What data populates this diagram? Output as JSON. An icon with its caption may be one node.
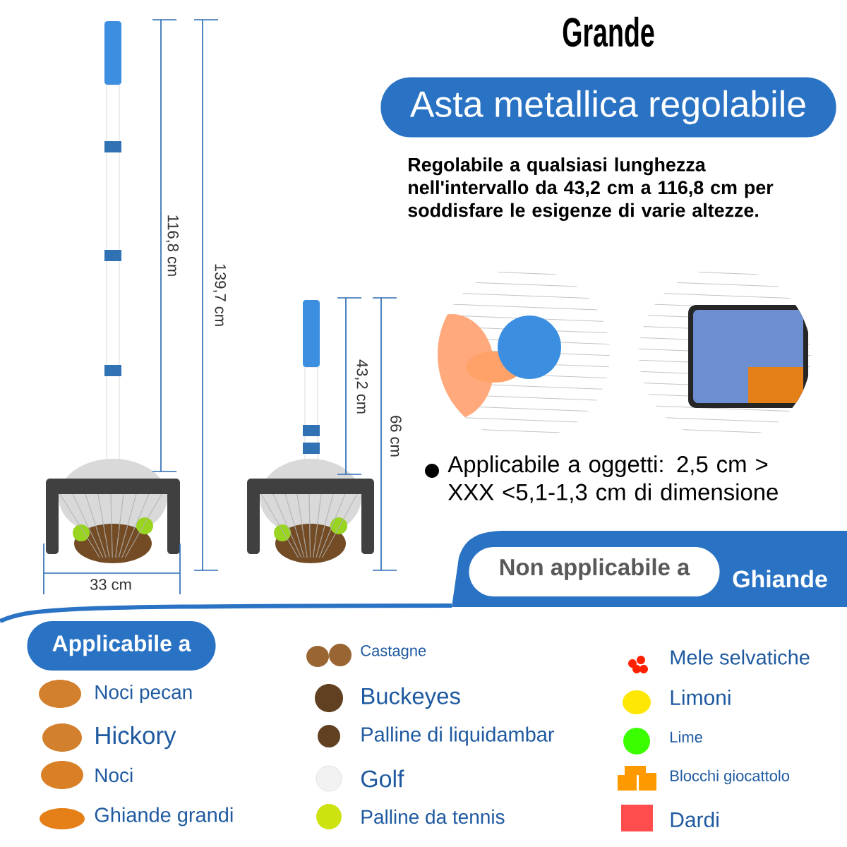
{
  "diagram": {
    "title": "Grande",
    "nodes": [
      {
        "text": [
          "Asta metallica regolabile"
        ]
      },
      {
        "text": [
          "Ghiande"
        ]
      },
      {
        "text": [
          "Non applicabile a"
        ],
        "in": 1
      },
      {
        "text": [
          "Applicabile a"
        ]
      }
    ],
    "labels": [
      "Regolabile a qualsiasi lunghezza nell'intervallo da 43,2 cm a 116,8 cm per soddisfare le esigenze di varie altezze.",
      "116,8 cm",
      "139,7 cm",
      "43,2 cm",
      "66 cm",
      "33 cm",
      "Applicabile a oggetti: 2,5 cm > XXX <5,1-1,3 cm di dimensione",
      "Noci pecan",
      "Hickory",
      "Noci",
      "Ghiande grandi",
      "Castagne",
      "Buckeyes",
      "Palline di liquidambar",
      "Golf",
      "Palline da tennis",
      "Mele selvatiche",
      "Limoni",
      "Lime",
      "Blocchi giocattolo",
      "Dardi"
    ]
  }
}
